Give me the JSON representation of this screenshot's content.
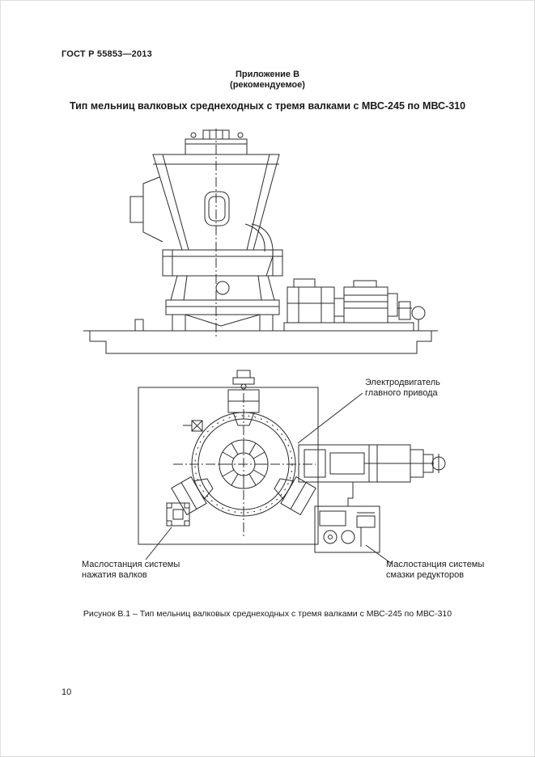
{
  "header": {
    "doc_number": "ГОСТ Р 55853—2013",
    "annex": "Приложение В",
    "annex_note": "(рекомендуемое)",
    "title": "Тип мельниц валковых среднеходных с тремя валками с МВС-245 по МВС-310"
  },
  "figure": {
    "label_motor": "Электродвигатель\nглавного привода",
    "label_oil_rollers": "Маслостанция системы\nнажатия валков",
    "label_oil_gear": "Маслостанция системы\nсмазки редукторов",
    "caption": "Рисунок В.1 – Тип мельниц валковых среднеходных с тремя валками с МВС-245 по МВС-310"
  },
  "footer": {
    "page_number": "10"
  }
}
